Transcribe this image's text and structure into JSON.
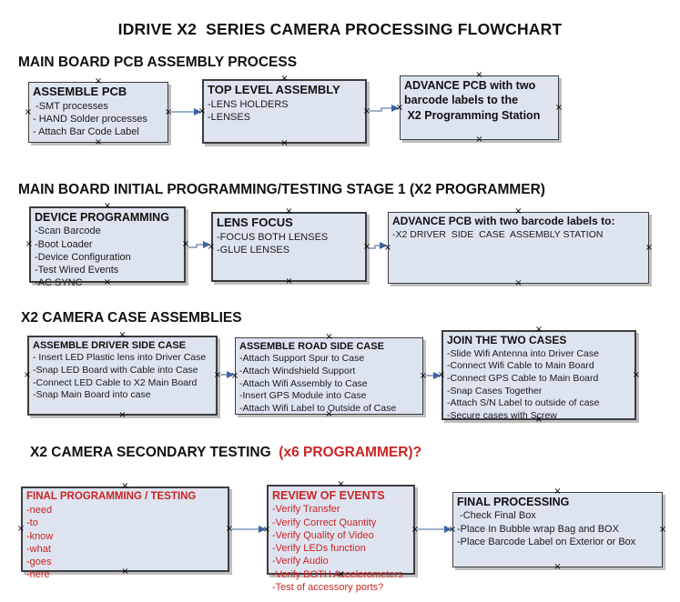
{
  "page_title": "IDRIVE X2  SERIES CAMERA PROCESSING FLOWCHART",
  "colors": {
    "box_fill": "#dde4f0",
    "box_border": "#3d3d3d",
    "shadow_gray": "#bfbfbf",
    "red_text": "#cc2424",
    "arrow_line": "#7d97b8",
    "arrow_head": "#3e62a3",
    "text_black": "#141414"
  },
  "sections": [
    {
      "heading": [
        {
          "text": "MAIN BOARD PCB ASSEMBLY PROCESS",
          "red": false
        }
      ],
      "boxes": [
        {
          "title_lines": [
            "ASSEMBLE PCB"
          ],
          "red": false,
          "items": [
            " -SMT processes",
            "- HAND Solder processes",
            "- Attach Bar Code Label"
          ]
        },
        {
          "title_lines": [
            "TOP LEVEL ASSEMBLY"
          ],
          "red": false,
          "items": [
            "-LENS HOLDERS",
            "-LENSES"
          ]
        },
        {
          "title_lines": [
            "ADVANCE PCB with two",
            "barcode labels to the",
            " X2 Programming Station"
          ],
          "red": false,
          "items": []
        }
      ]
    },
    {
      "heading": [
        {
          "text": "MAIN BOARD INITIAL PROGRAMMING/TESTING STAGE 1 (X2 PROGRAMMER)",
          "red": false
        }
      ],
      "boxes": [
        {
          "title_lines": [
            "DEVICE PROGRAMMING"
          ],
          "red": false,
          "items": [
            "-Scan Barcode",
            "-Boot Loader",
            "-Device Configuration",
            "-Test Wired Events",
            "-AC SYNC"
          ]
        },
        {
          "title_lines": [
            "LENS FOCUS"
          ],
          "red": false,
          "items": [
            "-FOCUS BOTH LENSES",
            "-GLUE LENSES"
          ]
        },
        {
          "title_lines": [
            "ADVANCE PCB with two barcode labels to:"
          ],
          "red": false,
          "items": [
            "-X2 DRIVER  SIDE  CASE  ASSEMBLY STATION"
          ]
        }
      ]
    },
    {
      "heading": [
        {
          "text": "X2 CAMERA CASE ASSEMBLIES",
          "red": false
        }
      ],
      "boxes": [
        {
          "title_lines": [
            "ASSEMBLE DRIVER SIDE CASE"
          ],
          "red": false,
          "items": [
            "- Insert LED Plastic lens into Driver Case",
            "-Snap LED Board with Cable into Case",
            "-Connect LED Cable to X2 Main Board",
            "-Snap Main Board into case"
          ]
        },
        {
          "title_lines": [
            "ASSEMBLE ROAD SIDE CASE"
          ],
          "red": false,
          "items": [
            "-Attach Support Spur to Case",
            "-Attach Windshield Support",
            "-Attach Wifi Assembly to Case",
            "-Insert GPS Module into Case",
            "-Attach Wifi Label to Outside of Case"
          ]
        },
        {
          "title_lines": [
            "JOIN THE TWO CASES"
          ],
          "red": false,
          "items": [
            "-Slide Wifi Antenna into Driver Case",
            "-Connect Wifi Cable to Main Board",
            "-Connect GPS Cable to Main Board",
            "-Snap Cases Together",
            "-Attach S/N Label to outside of case",
            "-Secure cases with Screw"
          ]
        }
      ]
    },
    {
      "heading": [
        {
          "text": "X2 CAMERA SECONDARY TESTING ",
          "red": false
        },
        {
          "text": " (x6 PROGRAMMER)?",
          "red": true
        }
      ],
      "boxes": [
        {
          "title_lines": [
            "FINAL PROGRAMMING / TESTING"
          ],
          "red": true,
          "items": [
            "-need",
            "-to",
            "-know",
            "-what",
            "-goes",
            "-here"
          ]
        },
        {
          "title_lines": [
            "REVIEW OF EVENTS"
          ],
          "red": true,
          "items": [
            "-Verify Transfer",
            "-Verify Correct Quantity",
            "-Verify Quality of Video",
            "-Verify LEDs function",
            "-Verify Audio",
            "-Verify BOTH Accelerometers",
            "-Test of accessory ports?"
          ]
        },
        {
          "title_lines": [
            "FINAL PROCESSING"
          ],
          "red": false,
          "items": [
            " -Check Final Box",
            "-Place In Bubble wrap Bag and BOX",
            "-Place Barcode Label on Exterior or Box"
          ]
        }
      ]
    }
  ],
  "connectors": [
    {
      "from": "ASSEMBLE PCB",
      "to": "TOP LEVEL ASSEMBLY"
    },
    {
      "from": "TOP LEVEL ASSEMBLY",
      "to": "ADVANCE PCB with two barcode labels to the X2 Programming Station"
    },
    {
      "from": "DEVICE PROGRAMMING",
      "to": "LENS FOCUS"
    },
    {
      "from": "LENS FOCUS",
      "to": "ADVANCE PCB with two barcode labels to:"
    },
    {
      "from": "ASSEMBLE DRIVER SIDE CASE",
      "to": "ASSEMBLE ROAD SIDE CASE"
    },
    {
      "from": "ASSEMBLE ROAD SIDE CASE",
      "to": "JOIN THE TWO CASES"
    },
    {
      "from": "FINAL PROGRAMMING / TESTING",
      "to": "REVIEW OF EVENTS"
    },
    {
      "from": "REVIEW OF EVENTS",
      "to": "FINAL PROCESSING"
    }
  ]
}
